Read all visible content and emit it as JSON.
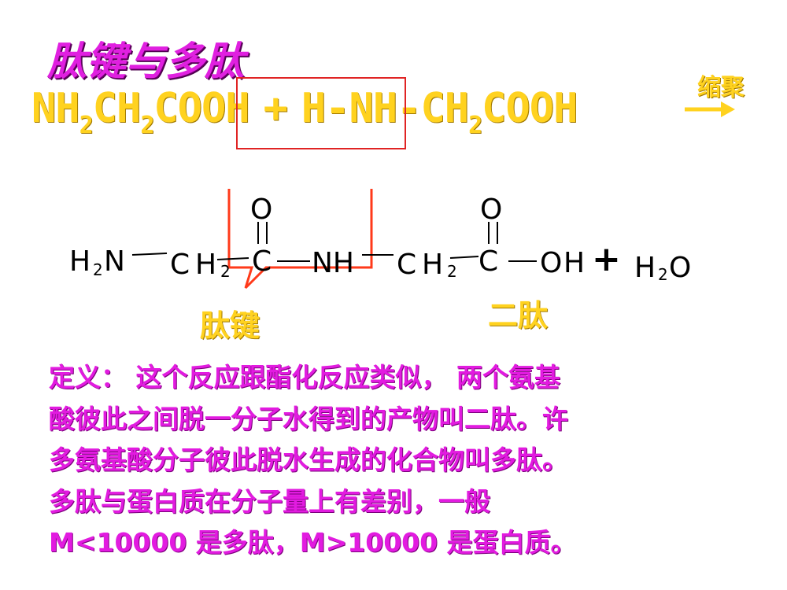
{
  "title": "肽键与多肽",
  "reaction": {
    "reactant1_parts": [
      "NH",
      "2",
      "CH",
      "2",
      "COOH"
    ],
    "plus": "+",
    "reactant2_head": "H-",
    "reactant2_parts": [
      "NH-CH",
      "2",
      "COOH"
    ],
    "condition": "缩聚"
  },
  "structure": {
    "groups": [
      "H",
      "2",
      "N",
      "C",
      "H",
      "2",
      "C",
      "NH",
      "C",
      "H",
      "2",
      "C",
      "O",
      "H",
      "+",
      "H",
      "2",
      "O"
    ],
    "oxygen": "O"
  },
  "labels": {
    "peptide_bond": "肽键",
    "dipeptide": "二肽"
  },
  "definition": {
    "lines": [
      "定义：  这个反应跟酯化反应类似， 两个氨基",
      "酸彼此之间脱一分子水得到的产物叫二肽。许",
      "多氨基酸分子彼此脱水生成的化合物叫多肽。",
      "多肽与蛋白质在分子量上有差别，一般",
      "M<10000 是多肽，M>10000 是蛋白质。"
    ]
  },
  "colors": {
    "title": "#e020e0",
    "yellow": "#ffd21f",
    "magenta_text": "#e21be0",
    "red_box": "#e02424",
    "callout_border": "#ff3a1a"
  }
}
